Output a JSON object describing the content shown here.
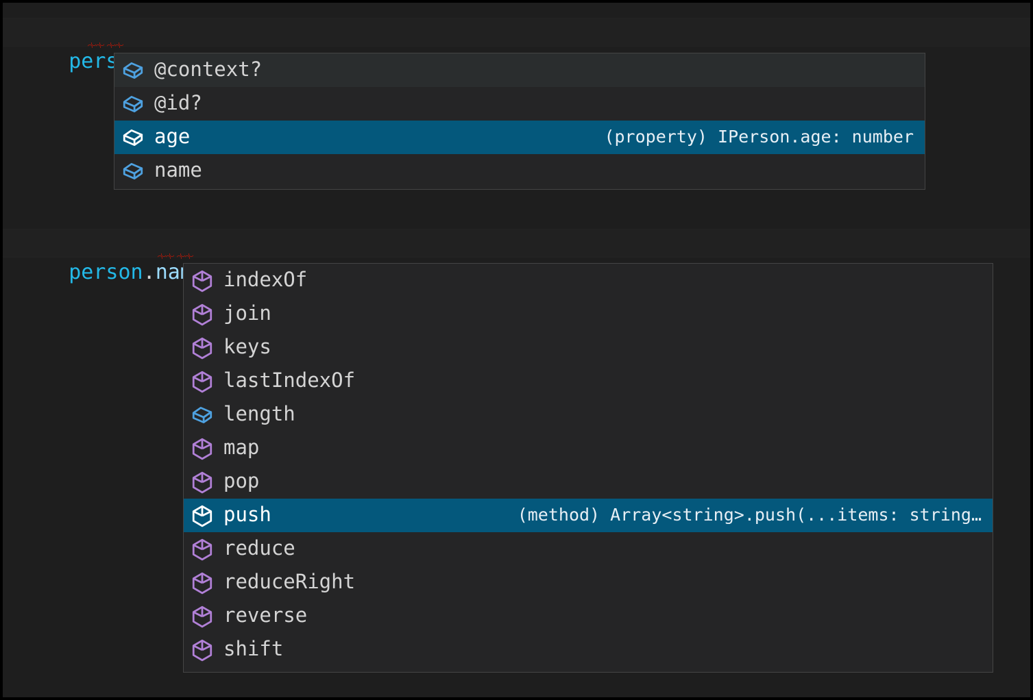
{
  "editor": {
    "background_color": "#1e1e1e",
    "lines": [
      {
        "id": "line-1",
        "segments": [
          {
            "text": "person",
            "kind": "variable"
          },
          {
            "text": ".",
            "kind": "dot"
          },
          {
            "text": ";",
            "kind": "semicolon"
          }
        ],
        "full_text": "person.;"
      },
      {
        "id": "line-2",
        "segments": [
          {
            "text": "person",
            "kind": "variable"
          },
          {
            "text": ".",
            "kind": "dot"
          },
          {
            "text": "name",
            "kind": "property"
          },
          {
            "text": ".",
            "kind": "dot"
          },
          {
            "text": ";",
            "kind": "semicolon"
          }
        ],
        "full_text": "person.name.;"
      }
    ],
    "error_squiggle_color": "#e51400"
  },
  "colors": {
    "variable": "#23b9e8",
    "property": "#9cdcfe",
    "punctuation": "#d4d4d4",
    "widget_background": "#252526",
    "widget_border": "#454545",
    "selected_row": "#04587c",
    "hover_row": "#2a2d2e",
    "method_icon": "#b180d7",
    "property_icon": "#4ea1e0",
    "selected_icon": "#ffffff"
  },
  "suggest_widgets": [
    {
      "id": "suggest-widget-one",
      "anchor_line": "person.;",
      "items": [
        {
          "label": "@context?",
          "icon": "property-cube-icon",
          "icon_kind": "property",
          "selected": false,
          "hovered": true,
          "detail": ""
        },
        {
          "label": "@id?",
          "icon": "property-cube-icon",
          "icon_kind": "property",
          "selected": false,
          "hovered": false,
          "detail": ""
        },
        {
          "label": "age",
          "icon": "property-cube-icon",
          "icon_kind": "property",
          "selected": true,
          "hovered": false,
          "detail": "(property) IPerson.age: number"
        },
        {
          "label": "name",
          "icon": "property-cube-icon",
          "icon_kind": "property",
          "selected": false,
          "hovered": false,
          "detail": ""
        }
      ]
    },
    {
      "id": "suggest-widget-two",
      "anchor_line": "person.name.;",
      "items": [
        {
          "label": "indexOf",
          "icon": "method-cube-icon",
          "icon_kind": "method",
          "selected": false,
          "hovered": false,
          "detail": ""
        },
        {
          "label": "join",
          "icon": "method-cube-icon",
          "icon_kind": "method",
          "selected": false,
          "hovered": false,
          "detail": ""
        },
        {
          "label": "keys",
          "icon": "method-cube-icon",
          "icon_kind": "method",
          "selected": false,
          "hovered": false,
          "detail": ""
        },
        {
          "label": "lastIndexOf",
          "icon": "method-cube-icon",
          "icon_kind": "method",
          "selected": false,
          "hovered": false,
          "detail": ""
        },
        {
          "label": "length",
          "icon": "property-cube-icon",
          "icon_kind": "property",
          "selected": false,
          "hovered": false,
          "detail": ""
        },
        {
          "label": "map",
          "icon": "method-cube-icon",
          "icon_kind": "method",
          "selected": false,
          "hovered": false,
          "detail": ""
        },
        {
          "label": "pop",
          "icon": "method-cube-icon",
          "icon_kind": "method",
          "selected": false,
          "hovered": false,
          "detail": ""
        },
        {
          "label": "push",
          "icon": "method-cube-icon",
          "icon_kind": "method",
          "selected": true,
          "hovered": false,
          "detail": "(method) Array<string>.push(...items: string…"
        },
        {
          "label": "reduce",
          "icon": "method-cube-icon",
          "icon_kind": "method",
          "selected": false,
          "hovered": false,
          "detail": ""
        },
        {
          "label": "reduceRight",
          "icon": "method-cube-icon",
          "icon_kind": "method",
          "selected": false,
          "hovered": false,
          "detail": ""
        },
        {
          "label": "reverse",
          "icon": "method-cube-icon",
          "icon_kind": "method",
          "selected": false,
          "hovered": false,
          "detail": ""
        },
        {
          "label": "shift",
          "icon": "method-cube-icon",
          "icon_kind": "method",
          "selected": false,
          "hovered": false,
          "detail": ""
        }
      ]
    }
  ]
}
